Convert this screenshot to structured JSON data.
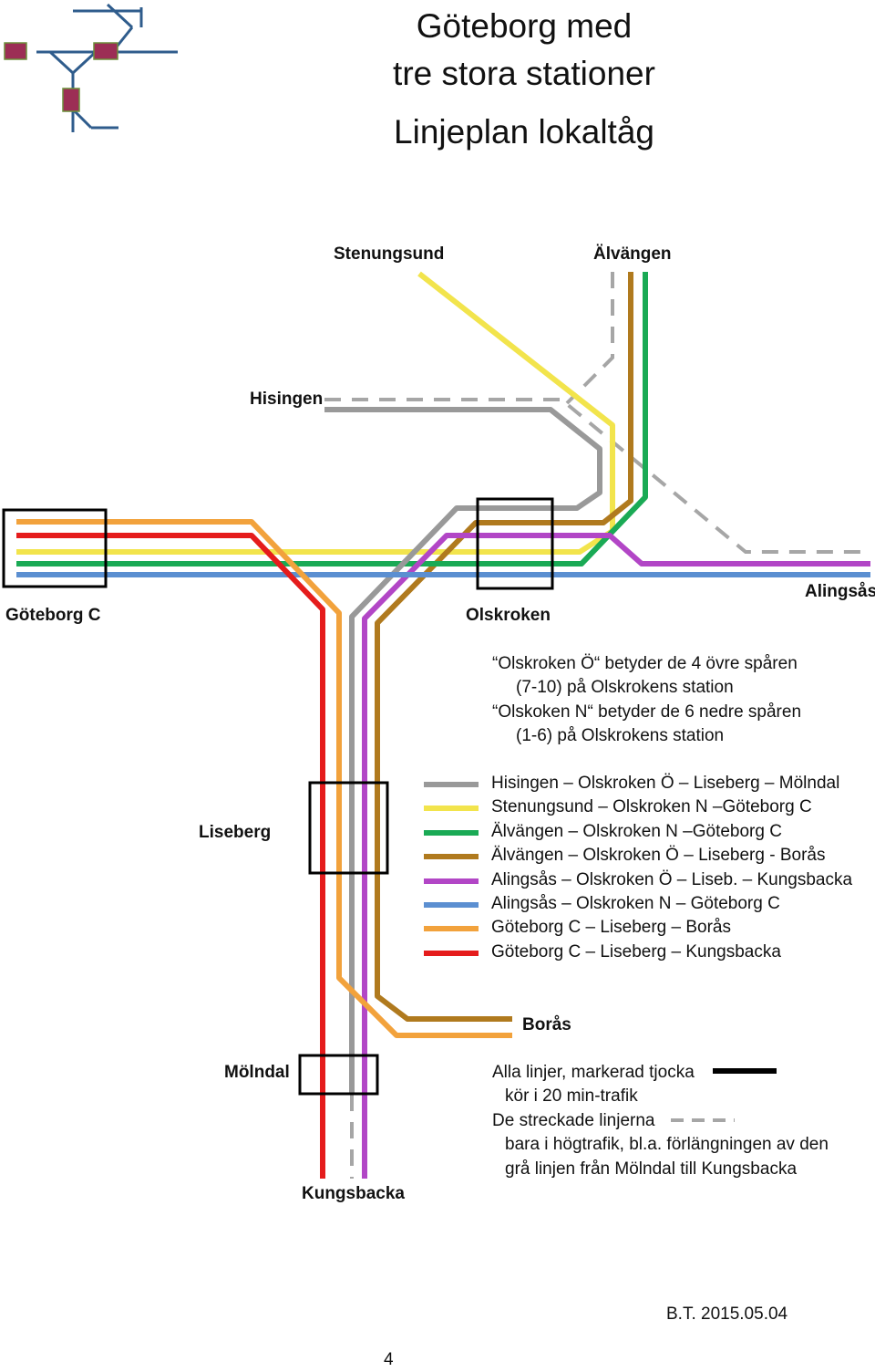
{
  "title": {
    "line1": "Göteborg med",
    "line2": "tre stora stationer",
    "line3": "Linjeplan lokaltåg"
  },
  "stations": {
    "stenungsund": "Stenungsund",
    "alvangen": "Älvängen",
    "hisingen": "Hisingen",
    "alingsas": "Alingsås",
    "goteborg_c": "Göteborg C",
    "olskroken": "Olskroken",
    "liseberg": "Liseberg",
    "boras": "Borås",
    "molndal": "Mölndal",
    "kungsbacka": "Kungsbacka"
  },
  "note": {
    "line1": "“Olskroken Ö“ betyder de 4 övre spåren",
    "line2": "(7-10) på Olskrokens station",
    "line3": "“Olskoken N“ betyder de 6 nedre spåren",
    "line4": "(1-6) på Olskrokens station"
  },
  "colors": {
    "gray": "#999999",
    "yellow": "#f2e44c",
    "green": "#1aaa55",
    "brown": "#b07a1e",
    "purple": "#b246c6",
    "blue": "#5b8fd1",
    "orange": "#f2a23c",
    "red": "#e51c1c",
    "logo_blue": "#2f5c8c",
    "logo_red": "#9c2e55"
  },
  "legend": [
    {
      "color": "#999999",
      "text": "Hisingen – Olskroken Ö – Liseberg – Mölndal"
    },
    {
      "color": "#f2e44c",
      "text": "Stenungsund – Olskroken N –Göteborg C"
    },
    {
      "color": "#1aaa55",
      "text": "Älvängen – Olskroken N –Göteborg C"
    },
    {
      "color": "#b07a1e",
      "text": "Älvängen – Olskroken Ö – Liseberg - Borås"
    },
    {
      "color": "#b246c6",
      "text": "Alingsås – Olskroken Ö – Liseb. – Kungsbacka"
    },
    {
      "color": "#5b8fd1",
      "text": "Alingsås – Olskroken N – Göteborg C"
    },
    {
      "color": "#f2a23c",
      "text": "Göteborg C – Liseberg – Borås"
    },
    {
      "color": "#e51c1c",
      "text": "Göteborg C – Liseberg – Kungsbacka"
    }
  ],
  "info": {
    "line1": "Alla linjer, markerad tjocka",
    "line2": "kör i 20 min-trafik",
    "line3": "De streckade linjerna",
    "line4": "bara i högtrafik, bl.a. förlängningen av den",
    "line5": "grå linjen från Mölndal till Kungsbacka"
  },
  "footer": {
    "date": "B.T.  2015.05.04",
    "page": "4"
  }
}
